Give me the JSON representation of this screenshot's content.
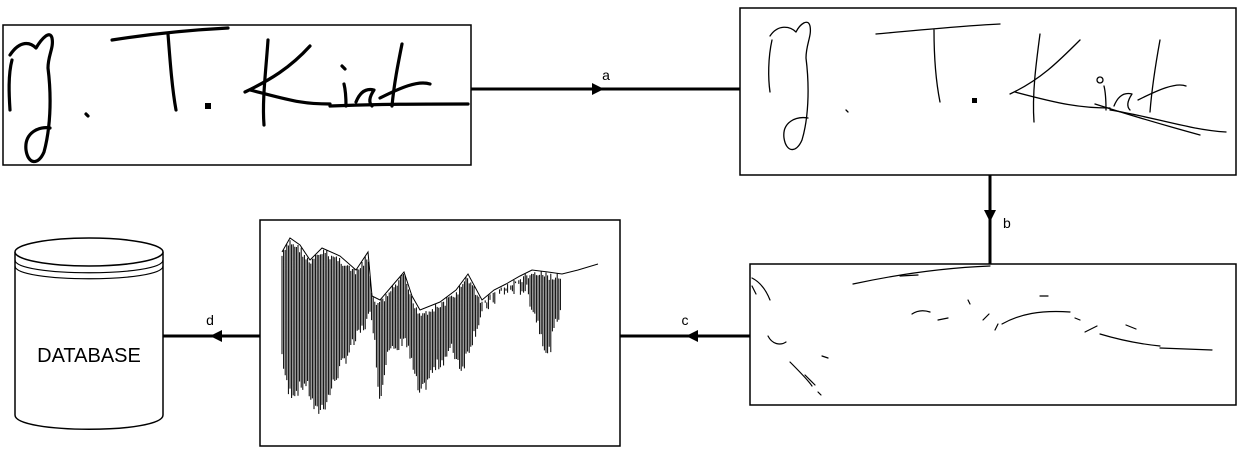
{
  "edges": [
    {
      "id": "a",
      "label": "a"
    },
    {
      "id": "b",
      "label": "b"
    },
    {
      "id": "c",
      "label": "c"
    },
    {
      "id": "d",
      "label": "d"
    }
  ],
  "nodes": {
    "signature_original": {
      "description": "handwritten signature",
      "signature_text": "J. T. Kirk"
    },
    "signature_thinned": {
      "description": "thinned signature",
      "signature_text": "J. T. Kirk"
    },
    "database": {
      "label": "DATABASE"
    }
  },
  "colors": {
    "line": "#000000",
    "background": "#ffffff",
    "cylinder_fill": "#ffffff"
  }
}
